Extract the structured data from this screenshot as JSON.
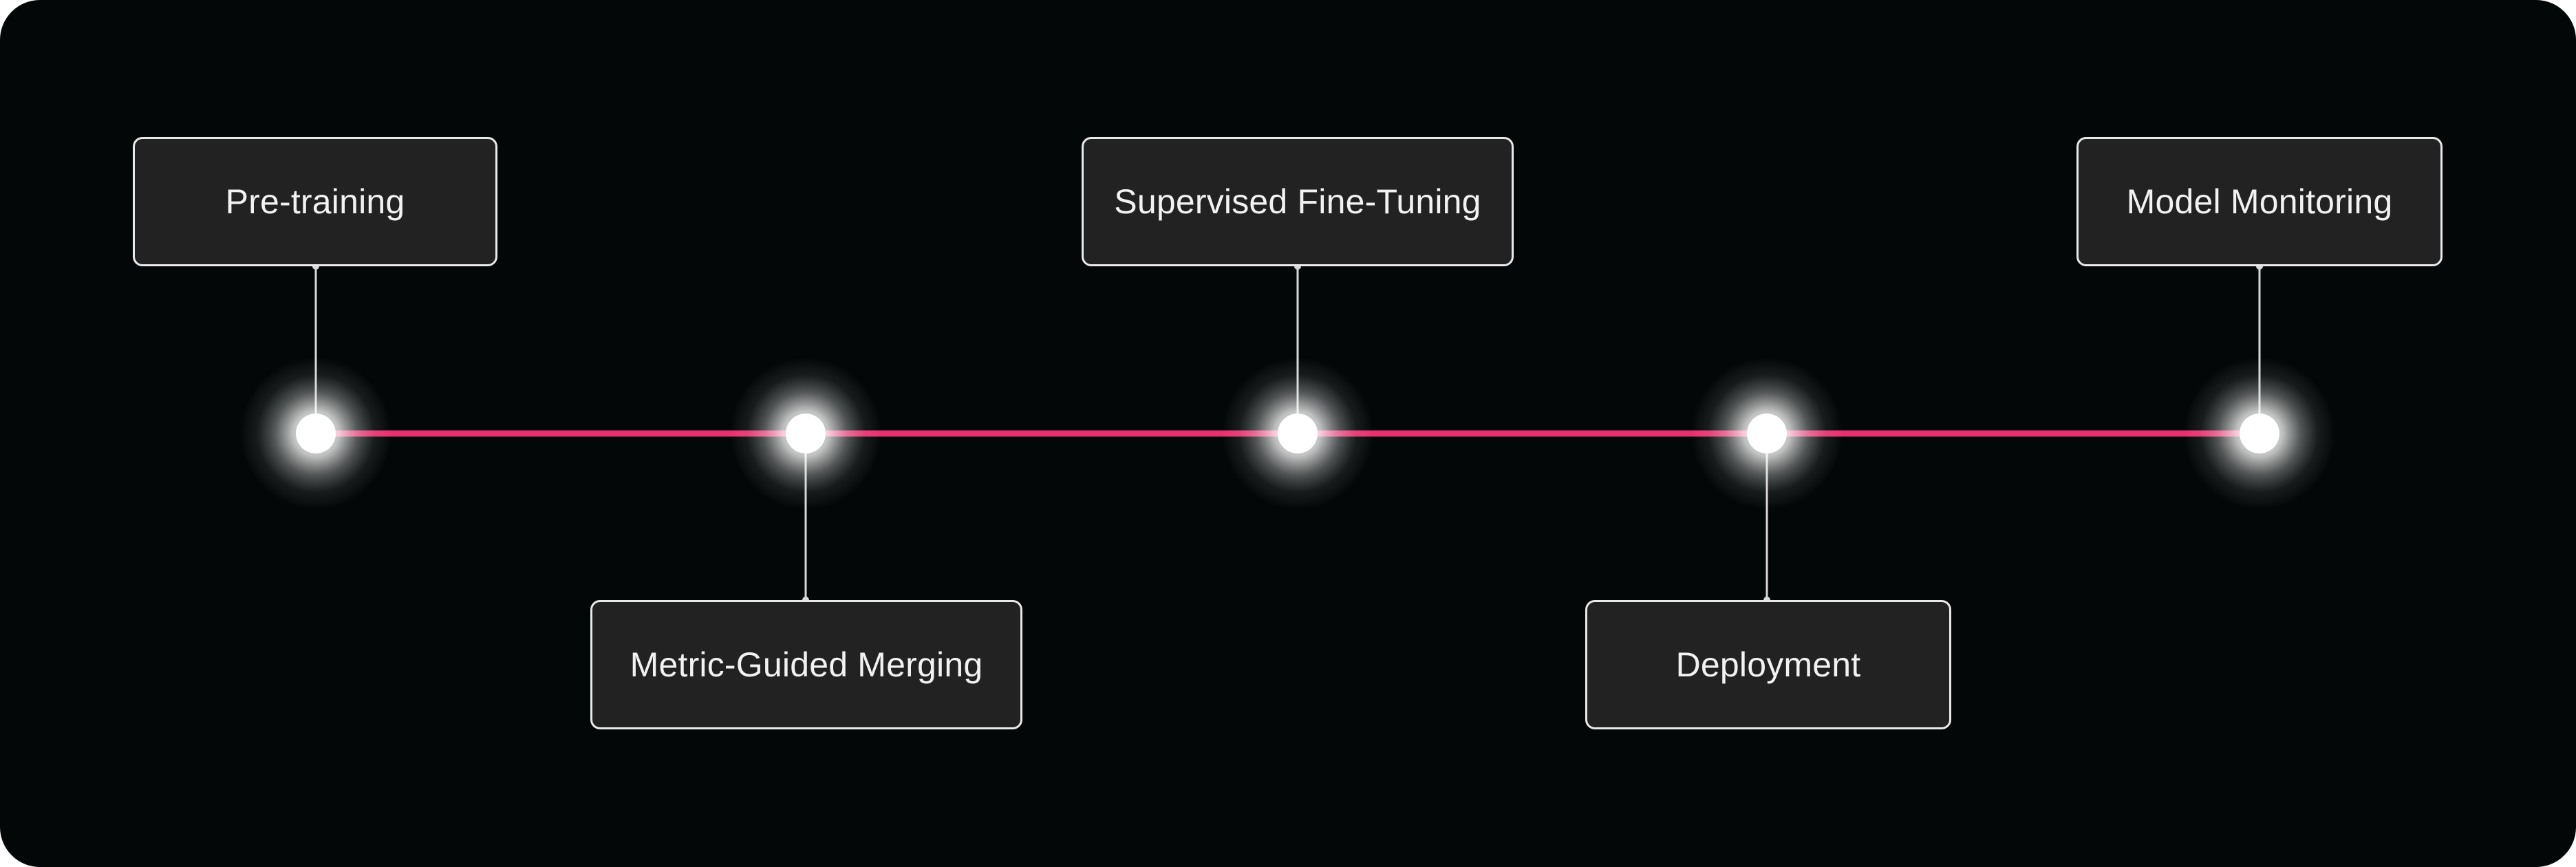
{
  "diagram": {
    "type": "timeline",
    "colors": {
      "background": "#030708",
      "line": "#e8306f",
      "node": "#ffffff",
      "box_fill": "#222222",
      "box_border": "#e9e9e9",
      "text": "#f2f2f2"
    },
    "stages": [
      {
        "label": "Pre-training",
        "position": "above"
      },
      {
        "label": "Metric-Guided Merging",
        "position": "below"
      },
      {
        "label": "Supervised Fine-Tuning",
        "position": "above"
      },
      {
        "label": "Deployment",
        "position": "below"
      },
      {
        "label": "Model Monitoring",
        "position": "above"
      }
    ]
  }
}
